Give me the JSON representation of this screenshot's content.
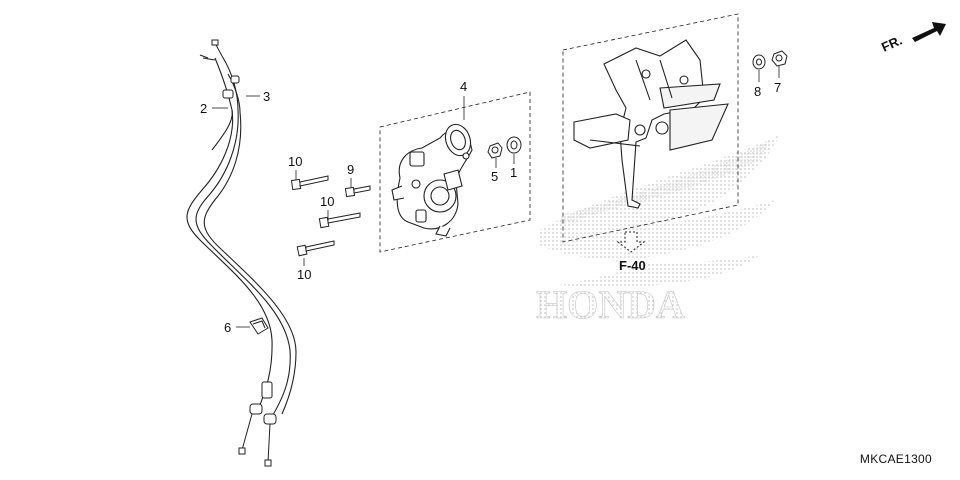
{
  "brand": {
    "name": "HONDA"
  },
  "direction": {
    "label": "FR."
  },
  "reference": {
    "label": "F-40"
  },
  "diagram_code": "MKCAE1300",
  "callouts": [
    {
      "id": "c1",
      "label": "1"
    },
    {
      "id": "c2",
      "label": "2"
    },
    {
      "id": "c3",
      "label": "3"
    },
    {
      "id": "c4",
      "label": "4"
    },
    {
      "id": "c5",
      "label": "5"
    },
    {
      "id": "c6",
      "label": "6"
    },
    {
      "id": "c7",
      "label": "7"
    },
    {
      "id": "c8",
      "label": "8"
    },
    {
      "id": "c9",
      "label": "9"
    },
    {
      "id": "c10a",
      "label": "10"
    },
    {
      "id": "c10b",
      "label": "10"
    },
    {
      "id": "c10c",
      "label": "10"
    }
  ],
  "colors": {
    "ink": "#111111",
    "watermark": "#c8c8c8"
  }
}
